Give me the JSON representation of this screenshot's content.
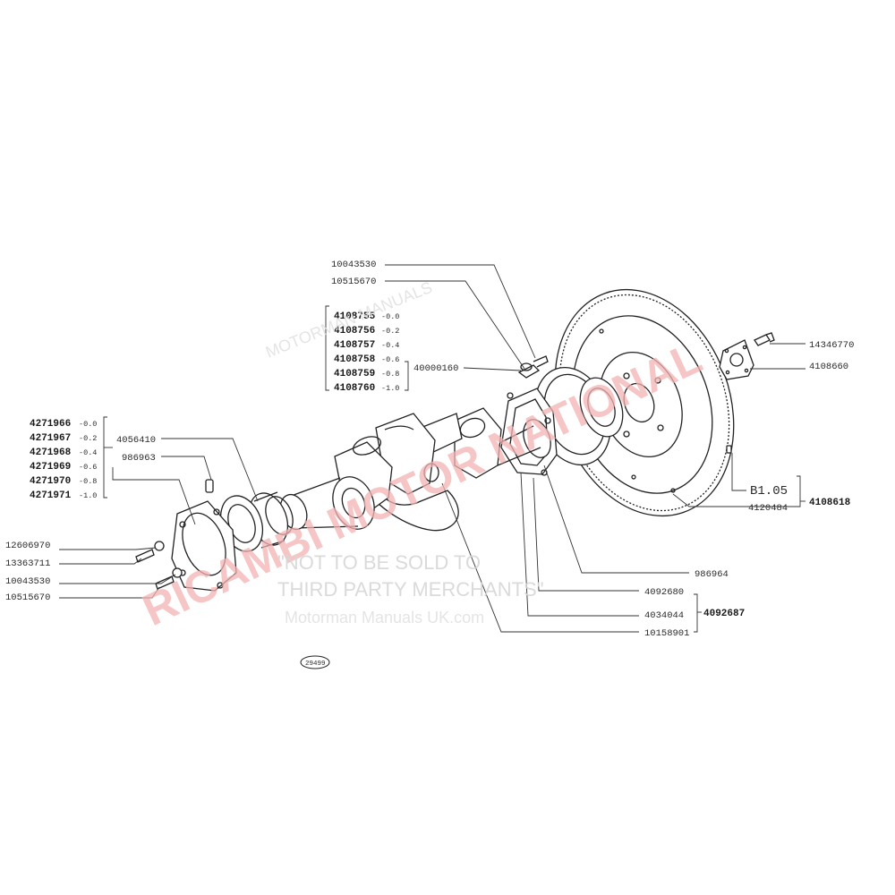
{
  "parts": {
    "top_bolt_ref": "10043530",
    "top_washer_ref": "10515670",
    "main_bearing_set": [
      {
        "code": "4108755",
        "size": "-0.0"
      },
      {
        "code": "4108756",
        "size": "-0.2"
      },
      {
        "code": "4108757",
        "size": "-0.4"
      },
      {
        "code": "4108758",
        "size": "-0.6"
      },
      {
        "code": "4108759",
        "size": "-0.8"
      },
      {
        "code": "4108760",
        "size": "-1.0"
      }
    ],
    "bearing_bracket_ref": "40000160",
    "thrust_washer_set": [
      {
        "code": "4271966",
        "size": "-0.0"
      },
      {
        "code": "4271967",
        "size": "-0.2"
      },
      {
        "code": "4271968",
        "size": "-0.4"
      },
      {
        "code": "4271969",
        "size": "-0.6"
      },
      {
        "code": "4271970",
        "size": "-0.8"
      },
      {
        "code": "4271971",
        "size": "-1.0"
      }
    ],
    "front_bush_ref": "4056410",
    "front_pin_ref": "986963",
    "left_fasteners": [
      "12606970",
      "13363711",
      "10043530",
      "10515670"
    ],
    "flywheel_bolt_ref": "14346770",
    "flywheel_plate_ref": "4108660",
    "flywheel_ref": "4108618",
    "ring_gear_ref": "4120484",
    "callout_badge": "B1.05",
    "rear_refs": {
      "pin": "986964",
      "seal_holder": "4092680",
      "gasket": "4034044",
      "assembly": "4092687",
      "screw": "10158901"
    },
    "figure_number": "29499"
  },
  "watermarks": {
    "red": "RICAMBI MOTOR NATIONAL",
    "grey_line1": "\"NOT TO BE SOLD TO",
    "grey_line2": "THIRD PARTY MERCHANTS\"",
    "grey_line3": "Motorman Manuals UK.com",
    "grey_diag": "MOTORMAN MANUALS"
  }
}
